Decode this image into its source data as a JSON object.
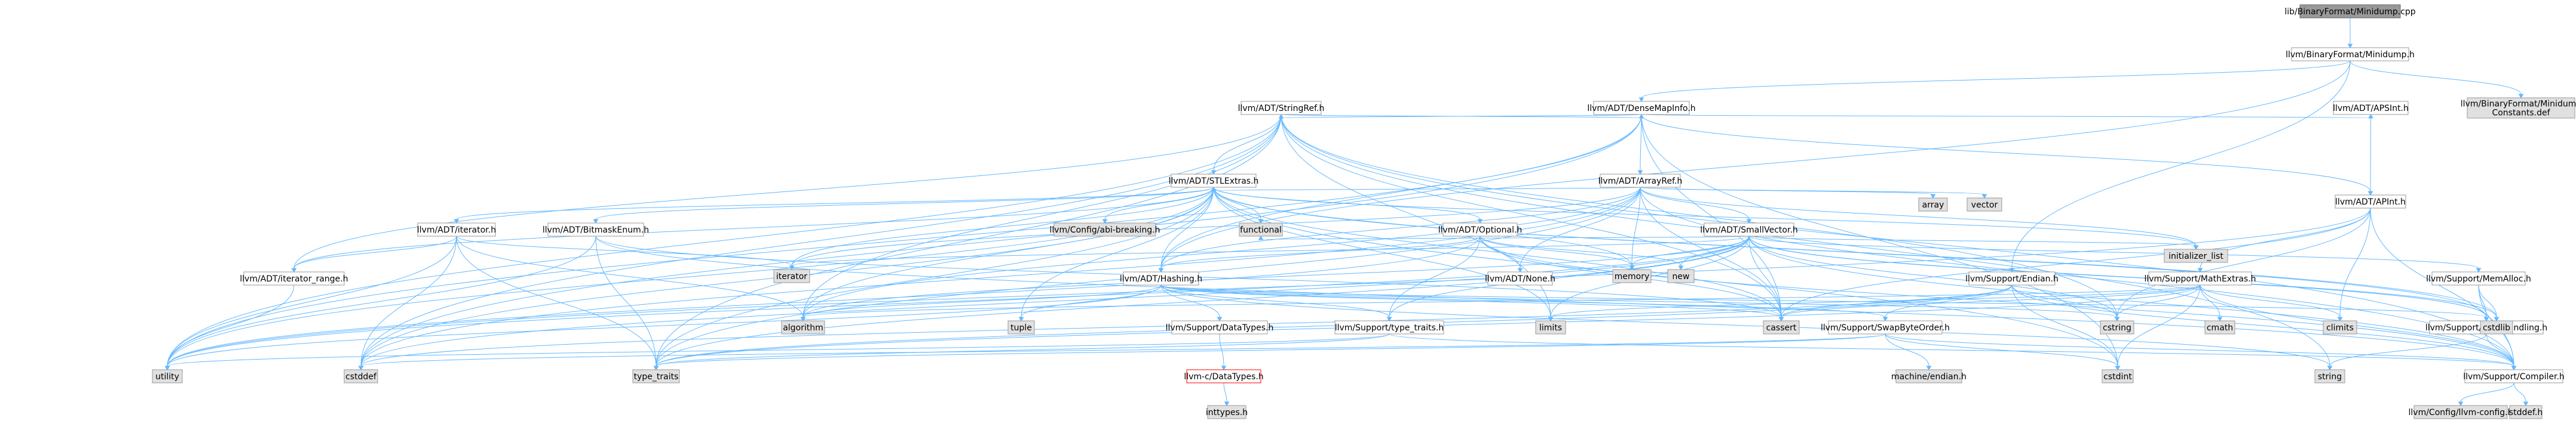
{
  "colors": {
    "root_fill": "#999999",
    "root_stroke": "#666666",
    "local_fill": "#ffffff",
    "local_stroke": "#999999",
    "system_fill": "#e0e0e0",
    "system_stroke": "#999999",
    "missing_stroke": "#ff0000",
    "edge": "#63b8ff"
  },
  "nodes": [
    {
      "id": "root",
      "lines": [
        "lib/BinaryFormat/Minidump.cpp"
      ],
      "kind": "root"
    },
    {
      "id": "minidump_h",
      "lines": [
        "llvm/BinaryFormat/Minidump.h"
      ],
      "kind": "local"
    },
    {
      "id": "minidump_def",
      "lines": [
        "llvm/BinaryFormat/Minidump",
        "Constants.def"
      ],
      "kind": "system"
    },
    {
      "id": "densemapinfo",
      "lines": [
        "llvm/ADT/DenseMapInfo.h"
      ],
      "kind": "local"
    },
    {
      "id": "stringref",
      "lines": [
        "llvm/ADT/StringRef.h"
      ],
      "kind": "local"
    },
    {
      "id": "arrayref",
      "lines": [
        "llvm/ADT/ArrayRef.h"
      ],
      "kind": "local"
    },
    {
      "id": "apsint",
      "lines": [
        "llvm/ADT/APSInt.h"
      ],
      "kind": "local"
    },
    {
      "id": "stlextras",
      "lines": [
        "llvm/ADT/STLExtras.h"
      ],
      "kind": "local"
    },
    {
      "id": "array",
      "lines": [
        "array"
      ],
      "kind": "system"
    },
    {
      "id": "vector",
      "lines": [
        "vector"
      ],
      "kind": "system"
    },
    {
      "id": "apint",
      "lines": [
        "llvm/ADT/APInt.h"
      ],
      "kind": "local"
    },
    {
      "id": "iterator_h",
      "lines": [
        "llvm/ADT/iterator.h"
      ],
      "kind": "local"
    },
    {
      "id": "bitmaskenum",
      "lines": [
        "llvm/ADT/BitmaskEnum.h"
      ],
      "kind": "local"
    },
    {
      "id": "abibreaking",
      "lines": [
        "llvm/Config/abi-breaking.h"
      ],
      "kind": "system"
    },
    {
      "id": "functional",
      "lines": [
        "functional"
      ],
      "kind": "system"
    },
    {
      "id": "optional",
      "lines": [
        "llvm/ADT/Optional.h"
      ],
      "kind": "local"
    },
    {
      "id": "smallvector",
      "lines": [
        "llvm/ADT/SmallVector.h"
      ],
      "kind": "local"
    },
    {
      "id": "initializer_list",
      "lines": [
        "initializer_list"
      ],
      "kind": "system"
    },
    {
      "id": "iterator_range",
      "lines": [
        "llvm/ADT/iterator_range.h"
      ],
      "kind": "local"
    },
    {
      "id": "iterator",
      "lines": [
        "iterator"
      ],
      "kind": "system"
    },
    {
      "id": "hashing",
      "lines": [
        "llvm/ADT/Hashing.h"
      ],
      "kind": "local"
    },
    {
      "id": "none",
      "lines": [
        "llvm/ADT/None.h"
      ],
      "kind": "local"
    },
    {
      "id": "memory",
      "lines": [
        "memory"
      ],
      "kind": "system"
    },
    {
      "id": "new",
      "lines": [
        "new"
      ],
      "kind": "system"
    },
    {
      "id": "endian",
      "lines": [
        "llvm/Support/Endian.h"
      ],
      "kind": "local"
    },
    {
      "id": "mathextras",
      "lines": [
        "llvm/Support/MathExtras.h"
      ],
      "kind": "local"
    },
    {
      "id": "memalloc",
      "lines": [
        "llvm/Support/MemAlloc.h"
      ],
      "kind": "local"
    },
    {
      "id": "algorithm",
      "lines": [
        "algorithm"
      ],
      "kind": "system"
    },
    {
      "id": "tuple",
      "lines": [
        "tuple"
      ],
      "kind": "system"
    },
    {
      "id": "datatypes_h",
      "lines": [
        "llvm/Support/DataTypes.h"
      ],
      "kind": "local"
    },
    {
      "id": "type_traits_h",
      "lines": [
        "llvm/Support/type_traits.h"
      ],
      "kind": "local"
    },
    {
      "id": "limits",
      "lines": [
        "limits"
      ],
      "kind": "system"
    },
    {
      "id": "cassert",
      "lines": [
        "cassert"
      ],
      "kind": "system"
    },
    {
      "id": "swapbyteorder",
      "lines": [
        "llvm/Support/SwapByteOrder.h"
      ],
      "kind": "local"
    },
    {
      "id": "cstring",
      "lines": [
        "cstring"
      ],
      "kind": "system"
    },
    {
      "id": "cmath",
      "lines": [
        "cmath"
      ],
      "kind": "system"
    },
    {
      "id": "errorhandling",
      "lines": [
        "llvm/Support/ErrorHandling.h"
      ],
      "kind": "local"
    },
    {
      "id": "climits",
      "lines": [
        "climits"
      ],
      "kind": "system"
    },
    {
      "id": "cstdlib",
      "lines": [
        "cstdlib"
      ],
      "kind": "system"
    },
    {
      "id": "c_datatypes",
      "lines": [
        "llvm-c/DataTypes.h"
      ],
      "kind": "missing"
    },
    {
      "id": "machine_endian",
      "lines": [
        "machine/endian.h"
      ],
      "kind": "system"
    },
    {
      "id": "cstdint",
      "lines": [
        "cstdint"
      ],
      "kind": "system"
    },
    {
      "id": "string",
      "lines": [
        "string"
      ],
      "kind": "system"
    },
    {
      "id": "compiler",
      "lines": [
        "llvm/Support/Compiler.h"
      ],
      "kind": "local"
    },
    {
      "id": "utility",
      "lines": [
        "utility"
      ],
      "kind": "system"
    },
    {
      "id": "cstddef",
      "lines": [
        "cstddef"
      ],
      "kind": "system"
    },
    {
      "id": "type_traits",
      "lines": [
        "type_traits"
      ],
      "kind": "system"
    },
    {
      "id": "inttypes",
      "lines": [
        "inttypes.h"
      ],
      "kind": "system"
    },
    {
      "id": "llvm_config",
      "lines": [
        "llvm/Config/llvm-config.h"
      ],
      "kind": "system"
    },
    {
      "id": "stddef",
      "lines": [
        "stddef.h"
      ],
      "kind": "system"
    }
  ],
  "edges": [
    [
      "root",
      "minidump_h"
    ],
    [
      "minidump_h",
      "densemapinfo"
    ],
    [
      "minidump_h",
      "minidump_def"
    ],
    [
      "minidump_h",
      "endian"
    ],
    [
      "minidump_h",
      "hashing"
    ],
    [
      "densemapinfo",
      "apint"
    ],
    [
      "densemapinfo",
      "apsint"
    ],
    [
      "densemapinfo",
      "arrayref"
    ],
    [
      "densemapinfo",
      "hashing"
    ],
    [
      "densemapinfo",
      "stringref"
    ],
    [
      "densemapinfo",
      "cassert"
    ],
    [
      "densemapinfo",
      "cstddef"
    ],
    [
      "densemapinfo",
      "cstdint"
    ],
    [
      "densemapinfo",
      "utility"
    ],
    [
      "stringref",
      "densemapinfo"
    ],
    [
      "stringref",
      "stlextras"
    ],
    [
      "stringref",
      "iterator_range"
    ],
    [
      "stringref",
      "compiler"
    ],
    [
      "stringref",
      "algorithm"
    ],
    [
      "stringref",
      "cassert"
    ],
    [
      "stringref",
      "cstddef"
    ],
    [
      "stringref",
      "cstring"
    ],
    [
      "stringref",
      "limits"
    ],
    [
      "stringref",
      "string"
    ],
    [
      "stringref",
      "type_traits"
    ],
    [
      "stringref",
      "utility"
    ],
    [
      "arrayref",
      "hashing"
    ],
    [
      "arrayref",
      "none"
    ],
    [
      "arrayref",
      "smallvector"
    ],
    [
      "arrayref",
      "stlextras"
    ],
    [
      "arrayref",
      "compiler"
    ],
    [
      "arrayref",
      "algorithm"
    ],
    [
      "arrayref",
      "array"
    ],
    [
      "arrayref",
      "cassert"
    ],
    [
      "arrayref",
      "cstddef"
    ],
    [
      "arrayref",
      "initializer_list"
    ],
    [
      "arrayref",
      "iterator"
    ],
    [
      "arrayref",
      "memory"
    ],
    [
      "arrayref",
      "type_traits"
    ],
    [
      "arrayref",
      "vector"
    ],
    [
      "apsint",
      "apint"
    ],
    [
      "stlextras",
      "hashing"
    ],
    [
      "stlextras",
      "optional"
    ],
    [
      "stlextras",
      "iterator_h"
    ],
    [
      "stlextras",
      "iterator_range"
    ],
    [
      "stlextras",
      "bitmaskenum"
    ],
    [
      "stlextras",
      "abibreaking"
    ],
    [
      "stlextras",
      "errorhandling"
    ],
    [
      "stlextras",
      "algorithm"
    ],
    [
      "stlextras",
      "cassert"
    ],
    [
      "stlextras",
      "cstddef"
    ],
    [
      "stlextras",
      "cstdint"
    ],
    [
      "stlextras",
      "cstdlib"
    ],
    [
      "stlextras",
      "functional"
    ],
    [
      "stlextras",
      "initializer_list"
    ],
    [
      "stlextras",
      "iterator"
    ],
    [
      "stlextras",
      "limits"
    ],
    [
      "stlextras",
      "memory"
    ],
    [
      "stlextras",
      "tuple"
    ],
    [
      "stlextras",
      "type_traits"
    ],
    [
      "stlextras",
      "utility"
    ],
    [
      "apint",
      "compiler"
    ],
    [
      "apint",
      "mathextras"
    ],
    [
      "apint",
      "cassert"
    ],
    [
      "apint",
      "climits"
    ],
    [
      "apint",
      "cstring"
    ],
    [
      "apint",
      "utility"
    ],
    [
      "iterator_h",
      "iterator_range"
    ],
    [
      "iterator_h",
      "algorithm"
    ],
    [
      "iterator_h",
      "cstddef"
    ],
    [
      "iterator_h",
      "iterator"
    ],
    [
      "iterator_h",
      "type_traits"
    ],
    [
      "iterator_h",
      "utility"
    ],
    [
      "bitmaskenum",
      "compiler"
    ],
    [
      "bitmaskenum",
      "cassert"
    ],
    [
      "bitmaskenum",
      "type_traits"
    ],
    [
      "bitmaskenum",
      "utility"
    ],
    [
      "optional",
      "hashing"
    ],
    [
      "optional",
      "none"
    ],
    [
      "optional",
      "compiler"
    ],
    [
      "optional",
      "type_traits_h"
    ],
    [
      "optional",
      "cassert"
    ],
    [
      "optional",
      "memory"
    ],
    [
      "optional",
      "new"
    ],
    [
      "optional",
      "utility"
    ],
    [
      "smallvector",
      "compiler"
    ],
    [
      "smallvector",
      "errorhandling"
    ],
    [
      "smallvector",
      "memalloc"
    ],
    [
      "smallvector",
      "type_traits_h"
    ],
    [
      "smallvector",
      "algorithm"
    ],
    [
      "smallvector",
      "cassert"
    ],
    [
      "smallvector",
      "cstddef"
    ],
    [
      "smallvector",
      "cstdlib"
    ],
    [
      "smallvector",
      "cstring"
    ],
    [
      "smallvector",
      "functional"
    ],
    [
      "smallvector",
      "initializer_list"
    ],
    [
      "smallvector",
      "iterator"
    ],
    [
      "smallvector",
      "limits"
    ],
    [
      "smallvector",
      "memory"
    ],
    [
      "smallvector",
      "new"
    ],
    [
      "smallvector",
      "type_traits"
    ],
    [
      "smallvector",
      "utility"
    ],
    [
      "iterator_range",
      "utility"
    ],
    [
      "hashing",
      "errorhandling"
    ],
    [
      "hashing",
      "datatypes_h"
    ],
    [
      "hashing",
      "swapbyteorder"
    ],
    [
      "hashing",
      "type_traits_h"
    ],
    [
      "hashing",
      "algorithm"
    ],
    [
      "hashing",
      "cassert"
    ],
    [
      "hashing",
      "cstring"
    ],
    [
      "hashing",
      "string"
    ],
    [
      "hashing",
      "tuple"
    ],
    [
      "hashing",
      "utility"
    ],
    [
      "endian",
      "compiler"
    ],
    [
      "endian",
      "swapbyteorder"
    ],
    [
      "endian",
      "cassert"
    ],
    [
      "endian",
      "cstddef"
    ],
    [
      "endian",
      "cstdint"
    ],
    [
      "endian",
      "cstring"
    ],
    [
      "endian",
      "type_traits"
    ],
    [
      "mathextras",
      "compiler"
    ],
    [
      "mathextras",
      "algorithm"
    ],
    [
      "mathextras",
      "cassert"
    ],
    [
      "mathextras",
      "climits"
    ],
    [
      "mathextras",
      "cmath"
    ],
    [
      "mathextras",
      "cstdint"
    ],
    [
      "mathextras",
      "cstring"
    ],
    [
      "mathextras",
      "limits"
    ],
    [
      "mathextras",
      "type_traits"
    ],
    [
      "memalloc",
      "compiler"
    ],
    [
      "memalloc",
      "errorhandling"
    ],
    [
      "memalloc",
      "cstdlib"
    ],
    [
      "datatypes_h",
      "c_datatypes"
    ],
    [
      "type_traits_h",
      "compiler"
    ],
    [
      "type_traits_h",
      "type_traits"
    ],
    [
      "type_traits_h",
      "utility"
    ],
    [
      "swapbyteorder",
      "compiler"
    ],
    [
      "swapbyteorder",
      "cstddef"
    ],
    [
      "swapbyteorder",
      "cstdint"
    ],
    [
      "swapbyteorder",
      "type_traits"
    ],
    [
      "swapbyteorder",
      "machine_endian"
    ],
    [
      "errorhandling",
      "compiler"
    ],
    [
      "errorhandling",
      "string"
    ],
    [
      "c_datatypes",
      "inttypes"
    ],
    [
      "compiler",
      "llvm_config"
    ],
    [
      "compiler",
      "stddef"
    ]
  ]
}
